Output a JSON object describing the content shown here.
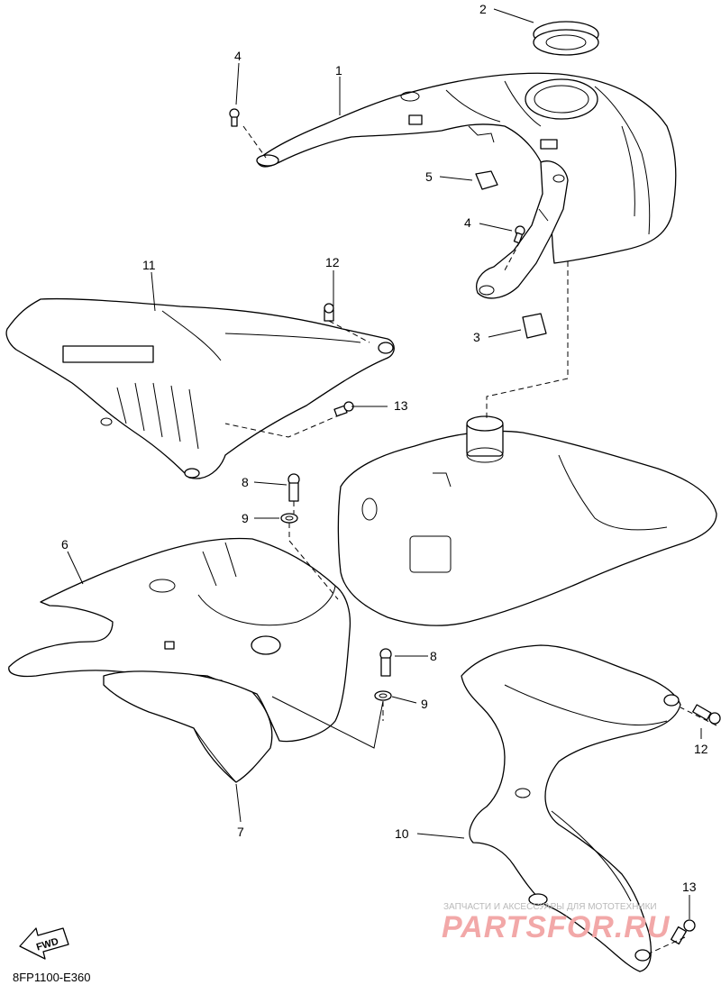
{
  "callouts": {
    "c1": "1",
    "c2": "2",
    "c3": "3",
    "c4a": "4",
    "c4b": "4",
    "c5": "5",
    "c6": "6",
    "c7": "7",
    "c8a": "8",
    "c8b": "8",
    "c9a": "9",
    "c9b": "9",
    "c10": "10",
    "c11": "11",
    "c12a": "12",
    "c12b": "12",
    "c13a": "13",
    "c13b": "13"
  },
  "fwd_label": "FWD",
  "diagram_code": "8FP1100-E360",
  "watermark": {
    "line1": "ЗАПЧАСТИ И АКСЕССУАРЫ ДЛЯ МОТОТЕХНИКИ",
    "line2": "PARTSFOR.RU"
  }
}
